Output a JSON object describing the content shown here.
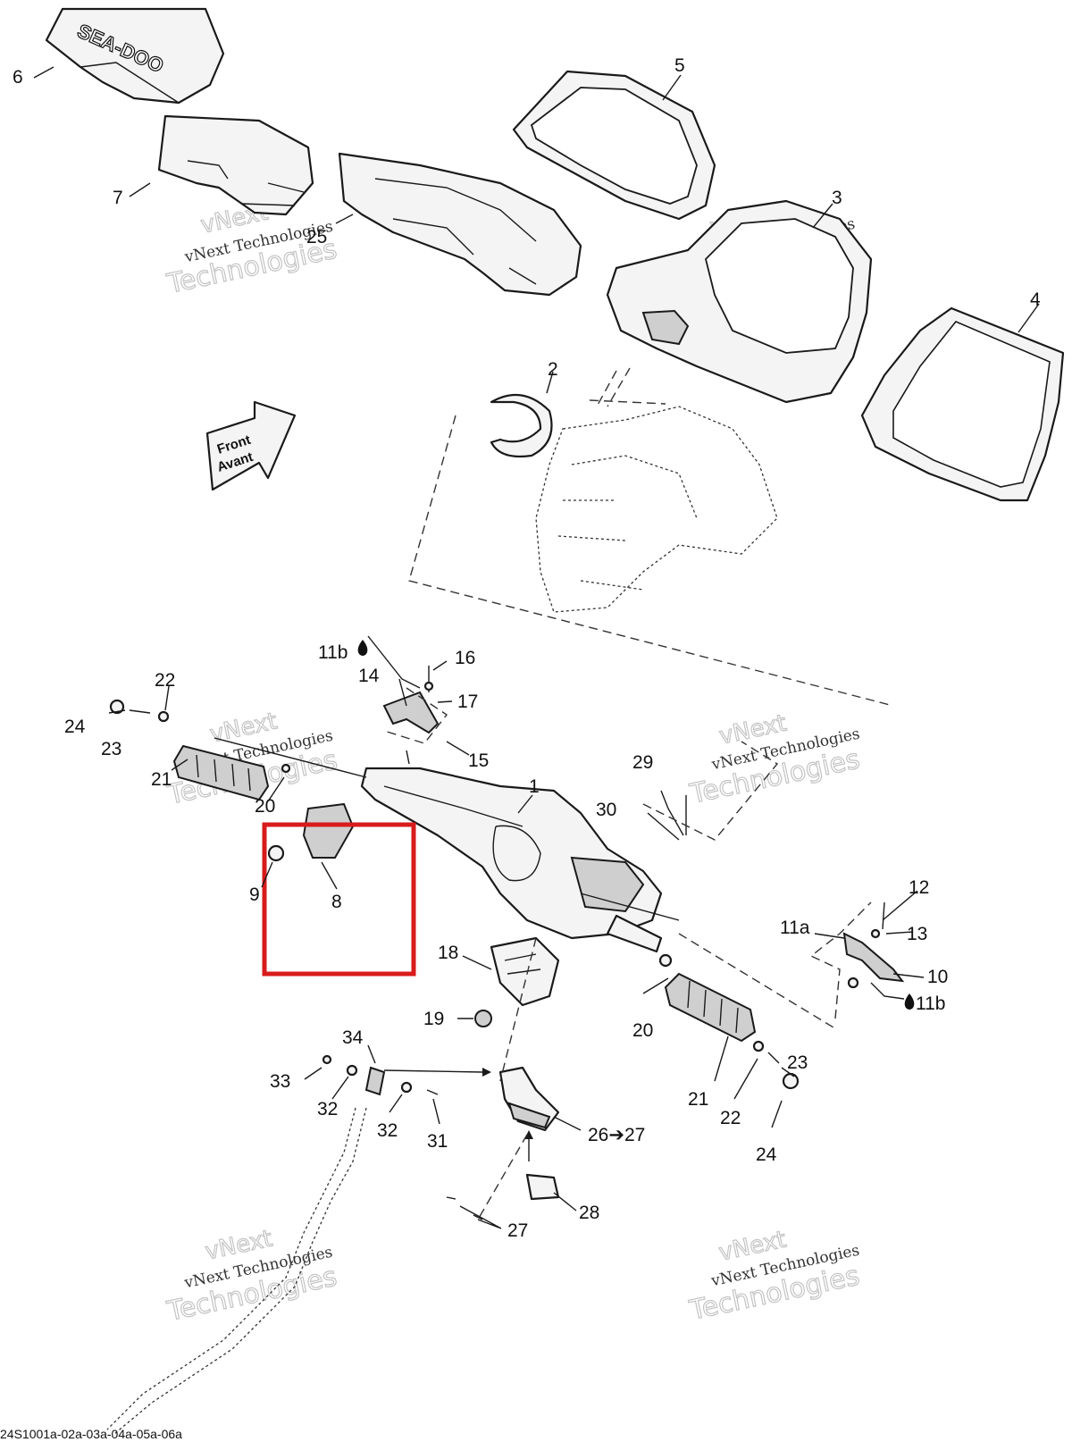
{
  "diagram": {
    "logo_text": "SEA-DOO",
    "direction_label": {
      "line1": "Front",
      "line2": "Avant"
    },
    "watermark": {
      "line1": "vNext Technologies",
      "line2": "Technologies",
      "line3": "vNext"
    },
    "footer_code": "24S1001a-02a-03a-04a-05a-06a",
    "highlight_color": "#d81b1b",
    "callouts": {
      "c1": "1",
      "c2": "2",
      "c3": "3",
      "c4": "4",
      "c5": "5",
      "c6": "6",
      "c7": "7",
      "c8": "8",
      "c9": "9",
      "c10": "10",
      "c11a": "11a",
      "c11b_top": "11b",
      "c11b_right": "11b",
      "c12": "12",
      "c13": "13",
      "c14": "14",
      "c15": "15",
      "c16": "16",
      "c17": "17",
      "c18": "18",
      "c19": "19",
      "c20_left": "20",
      "c20_right": "20",
      "c21_left": "21",
      "c21_right": "21",
      "c22_left": "22",
      "c22_right": "22",
      "c23_left": "23",
      "c23_right": "23",
      "c24_left": "24",
      "c24_right": "24",
      "c25": "25",
      "c26_27": "26➔27",
      "c27": "27",
      "c28": "28",
      "c29": "29",
      "c30": "30",
      "c31": "31",
      "c32_left": "32",
      "c32_right": "32",
      "c33": "33",
      "c34": "34"
    }
  }
}
